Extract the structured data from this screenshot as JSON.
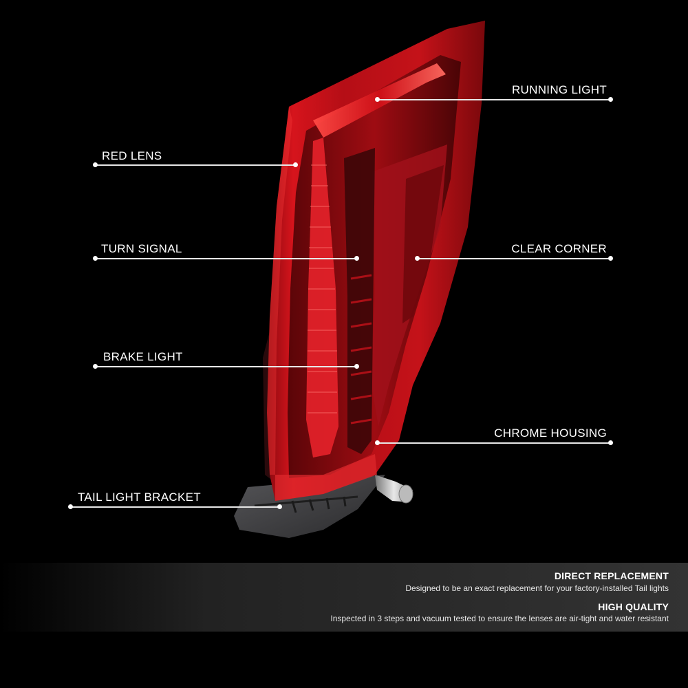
{
  "callouts": {
    "running_light": "RUNNING LIGHT",
    "red_lens": "RED LENS",
    "turn_signal": "TURN SIGNAL",
    "clear_corner": "CLEAR CORNER",
    "brake_light": "BRAKE LIGHT",
    "chrome_housing": "CHROME HOUSING",
    "tail_light_bracket": "TAIL LIGHT BRACKET"
  },
  "features": [
    {
      "title": "DIRECT REPLACEMENT",
      "description": "Designed to be an exact replacement for your factory-installed Tail lights"
    },
    {
      "title": "HIGH QUALITY",
      "description": "Inspected in 3 steps and vacuum tested to ensure the lenses are air-tight and water resistant"
    }
  ],
  "colors": {
    "background": "#000000",
    "lens_red": "#c8101a",
    "lens_dark_red": "#7a0a0e",
    "callout_line": "#e8e8e8",
    "bracket": "#3a3a3c"
  }
}
